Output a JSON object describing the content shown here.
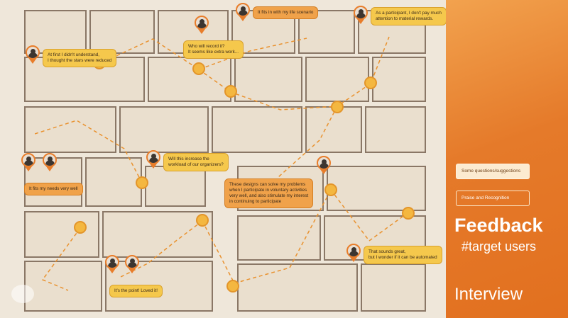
{
  "quotes": {
    "q1": "It fits in with my life scenario",
    "q2_line1": "As a participant, I don't pay much",
    "q2_line2": "attention to material rewards.",
    "q3_line1": "At first I didn't understand,",
    "q3_line2": "I thought the stars were reduced",
    "q4_line1": "Who will record it?",
    "q4_line2": "It seems like extra work...",
    "q5_line1": "Will this increase the",
    "q5_line2": "workload of our organizers?",
    "q6": "It fits my needs very well",
    "q7_line1": "These designs can solve my problems",
    "q7_line2": "when I participate in voluntary activities",
    "q7_line3": "very well, and also stimulate my interest",
    "q7_line4": "in continuing to participate",
    "q8_line1": "That sounds great,",
    "q8_line2": "but I wonder if it can be automated",
    "q9": "It's the point! Loved it!"
  },
  "sidebar": {
    "btn1": "Some questions/suggestions",
    "btn2": "Praise and Recognition",
    "title": "Feedback",
    "subtitle": "#target users",
    "section": "Interview"
  },
  "colors": {
    "accent": "#e57a2a",
    "bubble_yellow": "#f5c84c",
    "bubble_orange": "#f0a24a"
  }
}
